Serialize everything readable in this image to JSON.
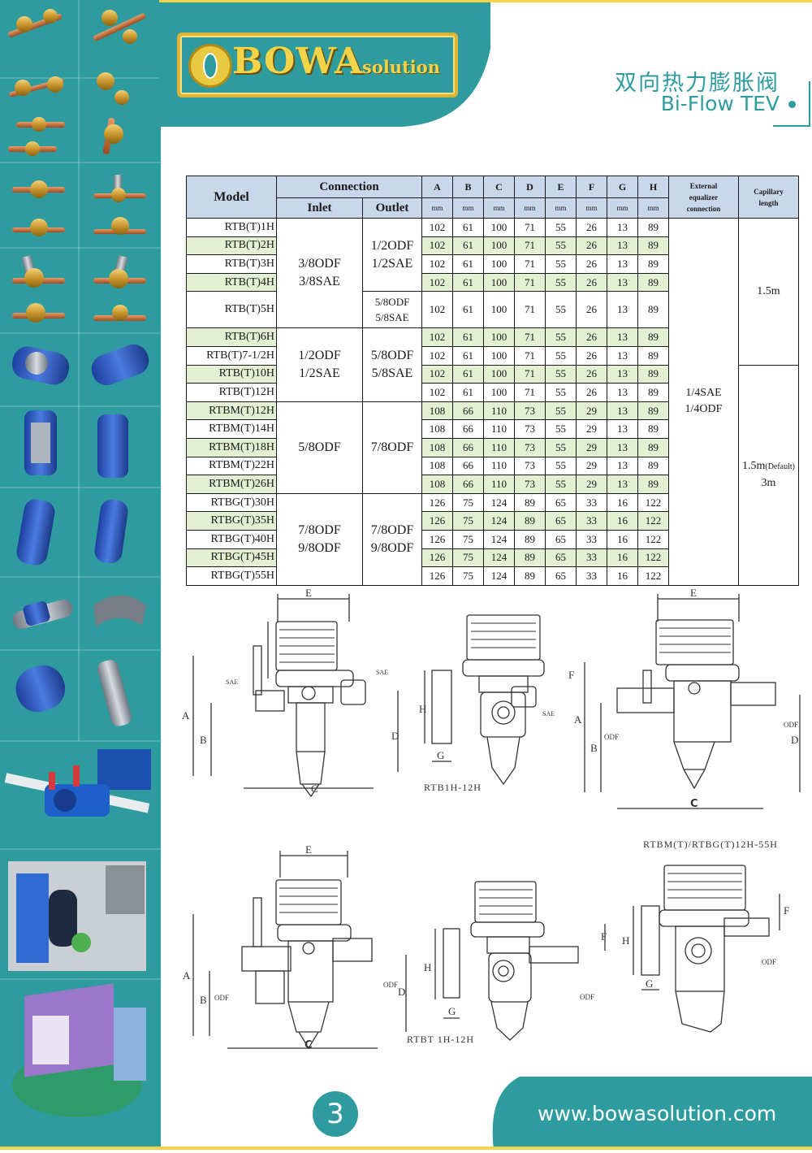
{
  "brand": {
    "name": "BOWA",
    "suffix": "solution"
  },
  "title": {
    "cn": "双向热力膨胀阀",
    "en": "Bi-Flow TEV"
  },
  "table": {
    "h_model": "Model",
    "h_connection": "Connection",
    "h_inlet": "Inlet",
    "h_outlet": "Outlet",
    "dim_cols": [
      "A",
      "B",
      "C",
      "D",
      "E",
      "F",
      "G",
      "H"
    ],
    "unit": "mm",
    "h_equalizer": [
      "External",
      "equalizer",
      "connection"
    ],
    "h_capillary": [
      "Capillary",
      "length"
    ],
    "rows": [
      {
        "model": "RTB(T)1H",
        "dims": [
          "102",
          "61",
          "100",
          "71",
          "55",
          "26",
          "13",
          "89"
        ]
      },
      {
        "model": "RTB(T)2H",
        "dims": [
          "102",
          "61",
          "100",
          "71",
          "55",
          "26",
          "13",
          "89"
        ]
      },
      {
        "model": "RTB(T)3H",
        "dims": [
          "102",
          "61",
          "100",
          "71",
          "55",
          "26",
          "13",
          "89"
        ]
      },
      {
        "model": "RTB(T)4H",
        "dims": [
          "102",
          "61",
          "100",
          "71",
          "55",
          "26",
          "13",
          "89"
        ]
      },
      {
        "model": "RTB(T)5H",
        "dims": [
          "102",
          "61",
          "100",
          "71",
          "55",
          "26",
          "13",
          "89"
        ]
      },
      {
        "model": "RTB(T)6H",
        "dims": [
          "102",
          "61",
          "100",
          "71",
          "55",
          "26",
          "13",
          "89"
        ]
      },
      {
        "model": "RTB(T)7-1/2H",
        "dims": [
          "102",
          "61",
          "100",
          "71",
          "55",
          "26",
          "13",
          "89"
        ]
      },
      {
        "model": "RTB(T)10H",
        "dims": [
          "102",
          "61",
          "100",
          "71",
          "55",
          "26",
          "13",
          "89"
        ]
      },
      {
        "model": "RTB(T)12H",
        "dims": [
          "102",
          "61",
          "100",
          "71",
          "55",
          "26",
          "13",
          "89"
        ]
      },
      {
        "model": "RTBM(T)12H",
        "dims": [
          "108",
          "66",
          "110",
          "73",
          "55",
          "29",
          "13",
          "89"
        ]
      },
      {
        "model": "RTBM(T)14H",
        "dims": [
          "108",
          "66",
          "110",
          "73",
          "55",
          "29",
          "13",
          "89"
        ]
      },
      {
        "model": "RTBM(T)18H",
        "dims": [
          "108",
          "66",
          "110",
          "73",
          "55",
          "29",
          "13",
          "89"
        ]
      },
      {
        "model": "RTBM(T)22H",
        "dims": [
          "108",
          "66",
          "110",
          "73",
          "55",
          "29",
          "13",
          "89"
        ]
      },
      {
        "model": "RTBM(T)26H",
        "dims": [
          "108",
          "66",
          "110",
          "73",
          "55",
          "29",
          "13",
          "89"
        ]
      },
      {
        "model": "RTBG(T)30H",
        "dims": [
          "126",
          "75",
          "124",
          "89",
          "65",
          "33",
          "16",
          "122"
        ]
      },
      {
        "model": "RTBG(T)35H",
        "dims": [
          "126",
          "75",
          "124",
          "89",
          "65",
          "33",
          "16",
          "122"
        ]
      },
      {
        "model": "RTBG(T)40H",
        "dims": [
          "126",
          "75",
          "124",
          "89",
          "65",
          "33",
          "16",
          "122"
        ]
      },
      {
        "model": "RTBG(T)45H",
        "dims": [
          "126",
          "75",
          "124",
          "89",
          "65",
          "33",
          "16",
          "122"
        ]
      },
      {
        "model": "RTBG(T)55H",
        "dims": [
          "126",
          "75",
          "124",
          "89",
          "65",
          "33",
          "16",
          "122"
        ]
      }
    ],
    "inlet_groups": [
      {
        "l1": "3/8ODF",
        "l2": "3/8SAE"
      },
      {
        "l1": "1/2ODF",
        "l2": "1/2SAE"
      },
      {
        "l1": "5/8ODF",
        "l2": ""
      },
      {
        "l1": "7/8ODF",
        "l2": "9/8ODF"
      }
    ],
    "outlet_groups": [
      {
        "l1": "1/2ODF",
        "l2": "1/2SAE"
      },
      {
        "l1": "5/8ODF",
        "l2": "5/8SAE"
      },
      {
        "l1": "5/8ODF",
        "l2": "5/8SAE"
      },
      {
        "l1": "7/8ODF",
        "l2": ""
      },
      {
        "l1": "7/8ODF",
        "l2": "9/8ODF"
      }
    ],
    "equalizer": {
      "l1": "1/4SAE",
      "l2": "1/4ODF"
    },
    "capillary_1": "1.5m",
    "capillary_2": {
      "main": "1.5m",
      "note": "(Default)",
      "alt": "3m"
    }
  },
  "drawings": {
    "dim_E": "E",
    "dim_A": "A",
    "dim_B": "B",
    "dim_C": "C",
    "dim_D": "D",
    "dim_F": "F",
    "dim_G": "G",
    "dim_H": "H",
    "sae": "SAE",
    "odf": "ODF",
    "caption_rtb": "RTB1H-12H",
    "caption_rtbt": "RTBT 1H-12H",
    "caption_rtbm": "RTBM(T)/RTBG(T)12H-55H"
  },
  "footer": {
    "page": "3",
    "website": "www.bowasolution.com"
  },
  "colors": {
    "teal": "#2e9c9f",
    "gold": "#d9b53a",
    "header_blue": "#c8d7ea",
    "row_green": "#e3f0d2"
  }
}
